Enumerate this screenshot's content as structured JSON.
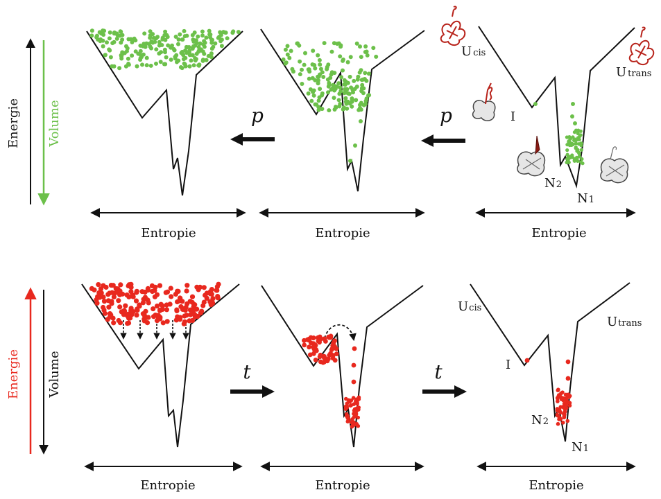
{
  "colors": {
    "green": "#6cc04a",
    "red": "#e8281e",
    "black": "#111111",
    "protein_red": "#b8231b",
    "protein_grey": "#bfbfbf"
  },
  "top_row": {
    "axis_energy": "Energie",
    "axis_volume": "Volume",
    "arrow_label_1": "p",
    "arrow_label_2": "p",
    "entropy_1": "Entropie",
    "entropy_2": "Entropie",
    "entropy_3": "Entropie",
    "state_ucis": "U",
    "state_ucis_sub": "cis",
    "state_utrans": "U",
    "state_utrans_sub": "trans",
    "state_i": "I",
    "state_n2": "N",
    "state_n2_sub": "2",
    "state_n1": "N",
    "state_n1_sub": "1"
  },
  "bottom_row": {
    "axis_energy": "Energie",
    "axis_volume": "Volume",
    "arrow_label_1": "t",
    "arrow_label_2": "t",
    "entropy_1": "Entropie",
    "entropy_2": "Entropie",
    "entropy_3": "Entropie",
    "state_ucis": "U",
    "state_ucis_sub": "cis",
    "state_utrans": "U",
    "state_utrans_sub": "trans",
    "state_i": "I",
    "state_n2": "N",
    "state_n2_sub": "2",
    "state_n1": "N",
    "state_n1_sub": "1"
  }
}
